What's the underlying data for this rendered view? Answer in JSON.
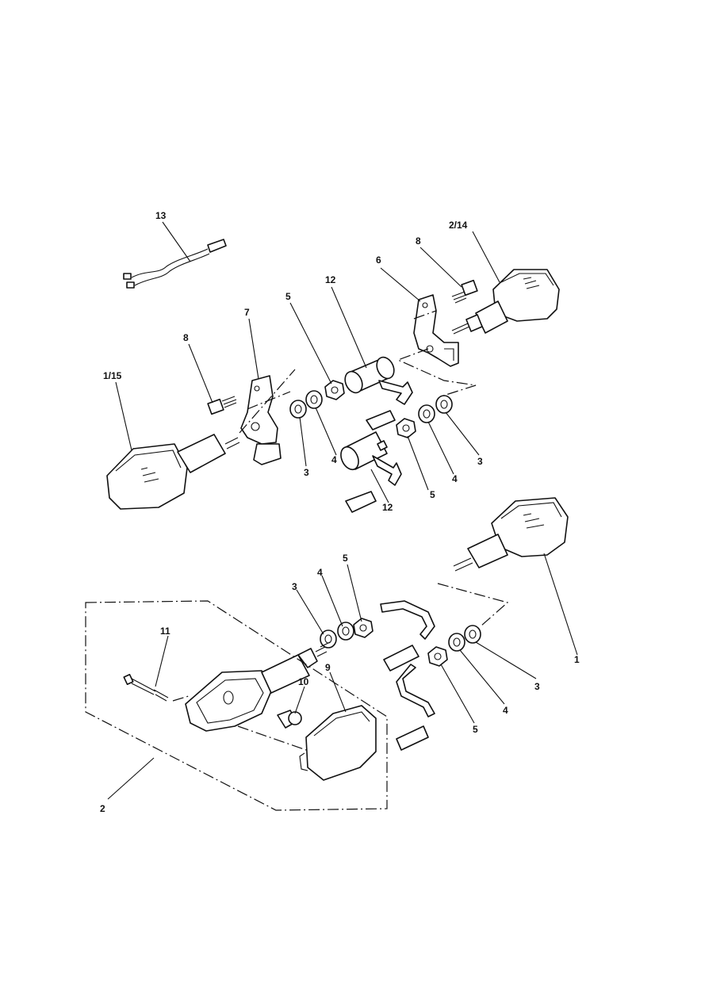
{
  "diagram": {
    "callouts": {
      "c_13": "13",
      "c_2_14": "2/14",
      "c_8_top": "8",
      "c_6": "6",
      "c_12_top": "12",
      "c_5_top": "5",
      "c_7": "7",
      "c_8_left": "8",
      "c_1_15": "1/15",
      "c_3_left": "3",
      "c_4_left": "4",
      "c_3_mid": "3",
      "c_4_mid": "4",
      "c_5_mid": "5",
      "c_12_bottom": "12",
      "c_3_lower": "3",
      "c_4_lower": "4",
      "c_5_lower": "5",
      "c_1": "1",
      "c_11": "11",
      "c_10": "10",
      "c_9": "9",
      "c_2": "2",
      "c_3_right": "3",
      "c_4_right": "4",
      "c_5_right": "5"
    }
  }
}
